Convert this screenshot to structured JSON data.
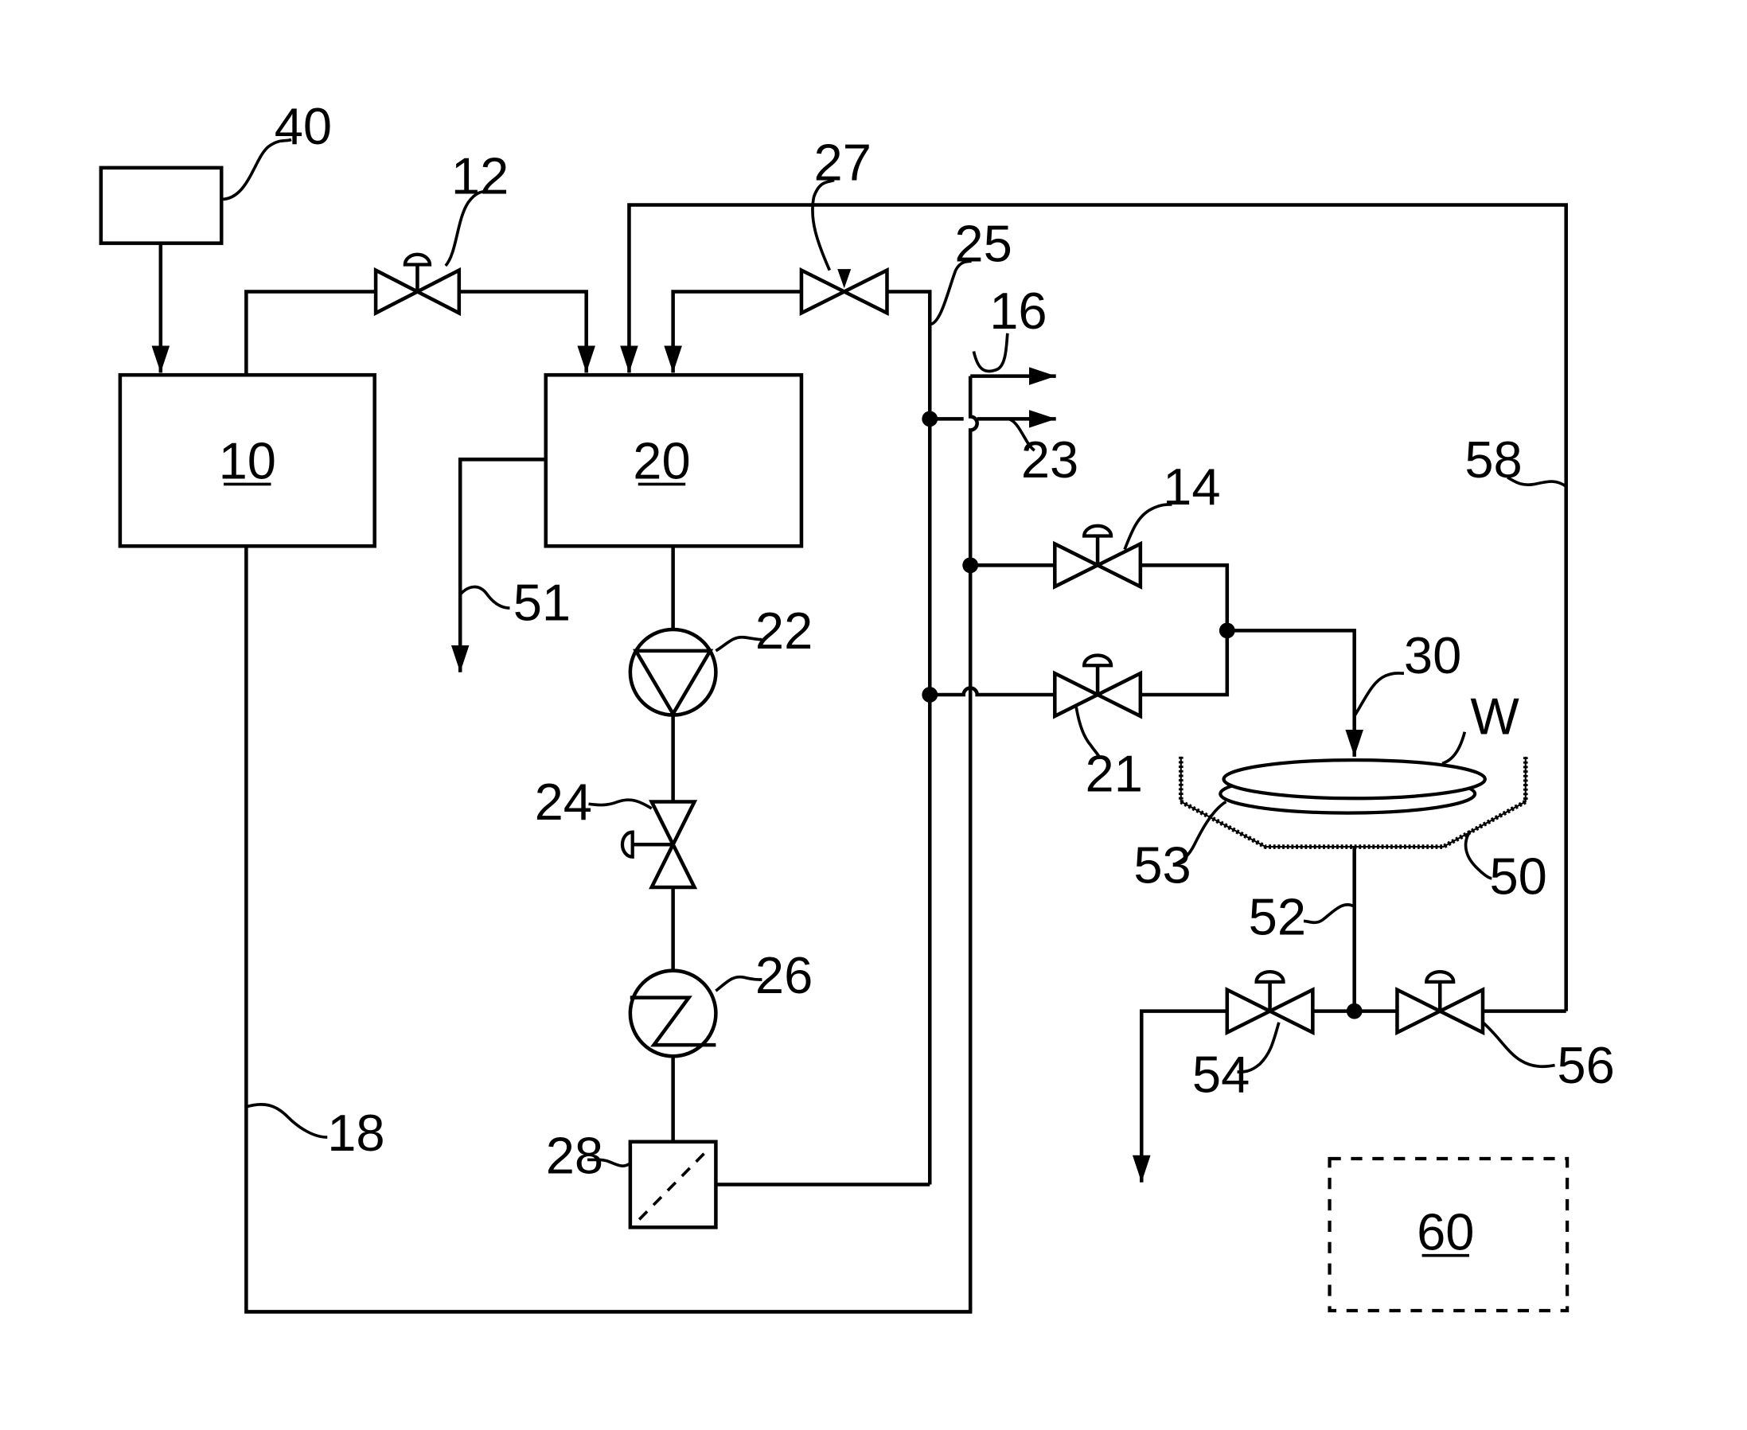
{
  "labels": {
    "l10": "10",
    "l20": "20",
    "l60": "60",
    "l40": "40",
    "l12": "12",
    "l27": "27",
    "l25": "25",
    "l16": "16",
    "l23": "23",
    "l14": "14",
    "l30": "30",
    "l58": "58",
    "lW": "W",
    "l51": "51",
    "l22": "22",
    "l24": "24",
    "l26": "26",
    "l28": "28",
    "l18": "18",
    "l21": "21",
    "l53": "53",
    "l50": "50",
    "l52": "52",
    "l54": "54",
    "l56": "56"
  },
  "icons": [
    "manual-valve-icon",
    "check-valve-icon",
    "pump-icon",
    "heater-icon",
    "filter-icon",
    "wafer-icon",
    "bowl-icon"
  ]
}
